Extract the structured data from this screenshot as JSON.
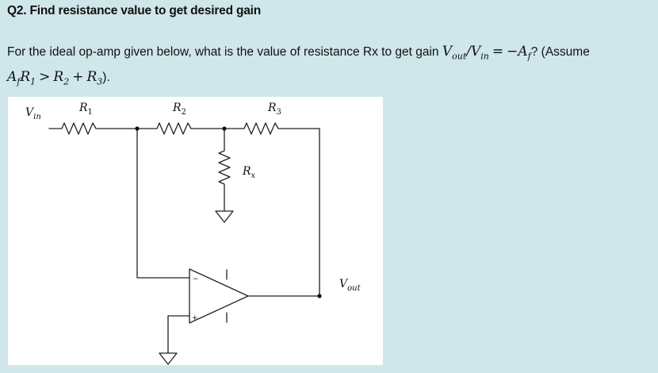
{
  "question": {
    "title": "Q2. Find resistance value to get desired gain",
    "text_before": "For the ideal op-amp given below, what is the value of resistance Rx to get gain ",
    "gain_numerator": "V",
    "gain_numerator_sub": "out",
    "gain_slash": "/",
    "gain_denominator": "V",
    "gain_denominator_sub": "in",
    "gain_equals": "=",
    "gain_value": "−A",
    "gain_value_sub": "f",
    "text_middle": "? (Assume",
    "assume_a": "A",
    "assume_a_sub": "f",
    "assume_r1": "R",
    "assume_r1_sub": "1",
    "assume_gt": ">",
    "assume_r2": "R",
    "assume_r2_sub": "2",
    "assume_plus": "+",
    "assume_r3": "R",
    "assume_r3_sub": "3",
    "text_after": ")."
  },
  "circuit": {
    "vin_label": "V",
    "vin_sub": "in",
    "r1_label": "R",
    "r1_sub": "1",
    "r2_label": "R",
    "r2_sub": "2",
    "r3_label": "R",
    "r3_sub": "3",
    "rx_label": "R",
    "rx_sub": "x",
    "vout_label": "V",
    "vout_sub": "out",
    "minus_sign": "−",
    "plus_sign": "+"
  }
}
